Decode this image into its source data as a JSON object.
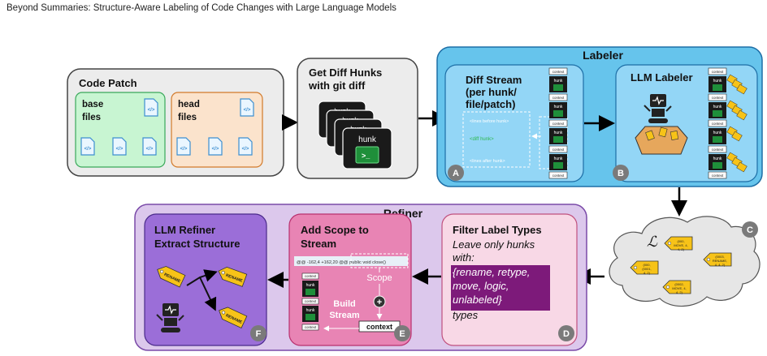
{
  "header": {
    "title": "Beyond Summaries: Structure-Aware Labeling of Code Changes with Large Language Models"
  },
  "code_patch": {
    "title": "Code Patch",
    "base_label": [
      "base",
      "files"
    ],
    "head_label": [
      "head",
      "files"
    ]
  },
  "diff_hunks": {
    "title_lines": [
      "Get Diff Hunks",
      "with git diff"
    ],
    "hunk_label": "hunk"
  },
  "labeler": {
    "title": "Labeler",
    "diff_stream": {
      "title_lines": [
        "Diff Stream",
        "(per hunk/",
        "file/patch)"
      ],
      "before": "<lines before hunk>",
      "diff": "<diff hunk>",
      "after": "<lines after hunk>",
      "context_label": "context",
      "hunk_label": "hunk",
      "badge": "A"
    },
    "llm_labeler": {
      "title": "LLM Labeler",
      "badge": "B"
    }
  },
  "label_set": {
    "symbol": "ℒ",
    "badge": "C",
    "tags": [
      [
        "(000,",
        "MOVE, 4,",
        "4, 2)"
      ],
      [
        "(000,",
        "(0001,",
        "4, 2)"
      ],
      [
        "(0003,",
        "RENAME,",
        "4, 4, 2)"
      ],
      [
        "(0002,",
        "MOVE, 4,",
        "4, 2)"
      ]
    ]
  },
  "refiner": {
    "title": "Refiner",
    "filter": {
      "title": "Filter Label Types",
      "subtitle_lines": [
        "Leave only hunks",
        "with:"
      ],
      "types_lines": [
        "{rename, retype,",
        "move, logic,",
        "unlabeled}"
      ],
      "suffix": "types",
      "badge": "D"
    },
    "scope": {
      "title_lines": [
        "Add Scope to",
        "Stream"
      ],
      "code_line": "@@ -162,4 +162,20 @@ public void close()",
      "scope_label": "Scope",
      "build_lines": [
        "Build",
        "Stream"
      ],
      "context_label": "context",
      "hunk_label": "hunk",
      "badge": "E"
    },
    "llm_refiner": {
      "title_lines": [
        "LLM Refiner",
        "Extract Structure"
      ],
      "tag_label": "RENAME",
      "badge": "F"
    }
  },
  "colors": {
    "code_patch_bg": "#ececec",
    "base_bg": "#c8f5d2",
    "head_bg": "#fbe3cc",
    "labeler_bg": "#66c4ec",
    "labeler_inner": "#93d6f6",
    "refiner_bg": "#dcc8ec",
    "filter_bg": "#f8d8e6",
    "scope_bg": "#e884b4",
    "llm_refiner_bg": "#9b6ed8",
    "types_highlight": "#7d1a7a",
    "tag_yellow": "#f7c318",
    "badge_gray": "#7a7a7a"
  },
  "icons": [
    "file-code-icon",
    "terminal-icon",
    "robot-icon",
    "tag-icon",
    "plus-icon",
    "cloud-icon"
  ]
}
